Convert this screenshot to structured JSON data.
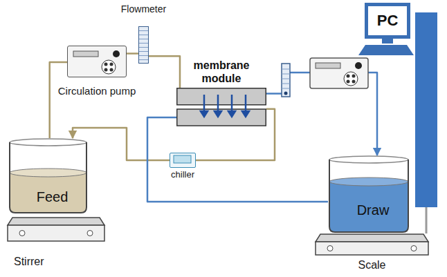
{
  "diagram": {
    "nodes": [
      {
        "text": [
          "Flowmeter"
        ]
      },
      {
        "text": [
          "Circulation pump"
        ]
      },
      {
        "text": [
          "membrane module"
        ]
      },
      {
        "text": [
          "chiller"
        ]
      },
      {
        "text": [
          "Feed"
        ]
      },
      {
        "text": [
          "Stirrer"
        ]
      },
      {
        "text": [
          "Draw"
        ]
      },
      {
        "text": [
          "Scale"
        ]
      },
      {
        "text": [
          "PC"
        ]
      }
    ],
    "edges": [
      {
        "from": 4,
        "to": 1,
        "arrow": "none"
      },
      {
        "from": 1,
        "to": 0,
        "arrow": "none"
      },
      {
        "from": 0,
        "to": 2,
        "arrow": "none"
      },
      {
        "from": 2,
        "to": 3,
        "arrow": "none"
      },
      {
        "from": 3,
        "to": 4,
        "arrow": "to"
      },
      {
        "from": 6,
        "to": 2,
        "arrow": "none"
      },
      {
        "from": 2,
        "to": 6,
        "arrow": "to"
      }
    ]
  }
}
